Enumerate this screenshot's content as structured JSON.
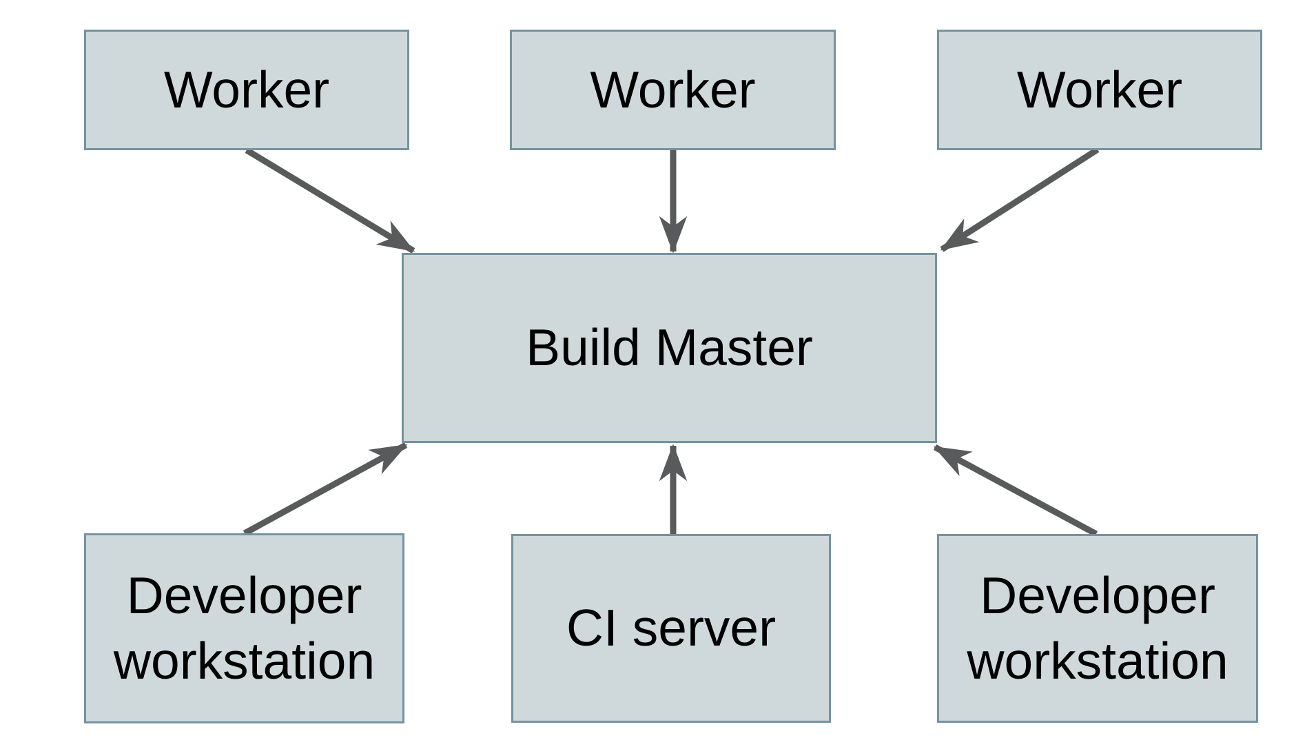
{
  "colors": {
    "background": "#ffffff",
    "node_fill": "#cfd9db",
    "node_border": "#7593a0",
    "arrow": "#595a5c",
    "text": "#000000"
  },
  "nodes": {
    "worker_1": {
      "label": "Worker"
    },
    "worker_2": {
      "label": "Worker"
    },
    "worker_3": {
      "label": "Worker"
    },
    "build_master": {
      "label": "Build Master"
    },
    "developer_workstation_left": {
      "label": "Developer workstation"
    },
    "ci_server": {
      "label": "CI server"
    },
    "developer_workstation_right": {
      "label": "Developer workstation"
    }
  },
  "edges": [
    {
      "from": "worker_1",
      "to": "build_master"
    },
    {
      "from": "worker_2",
      "to": "build_master"
    },
    {
      "from": "worker_3",
      "to": "build_master"
    },
    {
      "from": "developer_workstation_left",
      "to": "build_master"
    },
    {
      "from": "ci_server",
      "to": "build_master"
    },
    {
      "from": "developer_workstation_right",
      "to": "build_master"
    }
  ]
}
